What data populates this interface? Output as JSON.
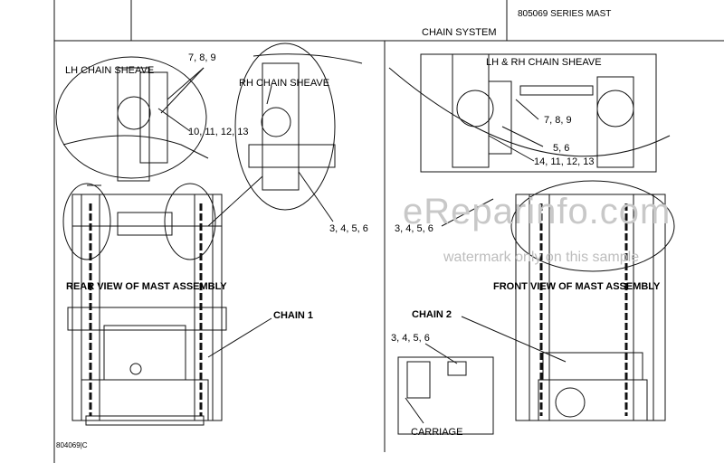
{
  "header": {
    "series": "805069 SERIES MAST",
    "title": "CHAIN SYSTEM"
  },
  "left": {
    "lh_chain_sheave": "LH CHAIN SHEAVE",
    "rh_chain_sheave": "RH CHAIN SHEAVE",
    "callout_789": "7, 8, 9",
    "callout_10_13": "10, 11, 12, 13",
    "callout_3456": "3, 4, 5, 6",
    "view_title": "REAR VIEW OF MAST ASSEMBLY",
    "chain": "CHAIN 1"
  },
  "right": {
    "lh_rh_chain_sheave": "LH & RH CHAIN SHEAVE",
    "callout_789": "7, 8, 9",
    "callout_56": "5, 6",
    "callout_14_13": "14, 11, 12, 13",
    "callout_3456_upper": "3, 4, 5, 6",
    "view_title": "FRONT VIEW OF MAST ASSEMBLY",
    "chain": "CHAIN 2",
    "callout_3456_lower": "3, 4, 5, 6",
    "carriage": "CARRIAGE"
  },
  "footer": {
    "figure_id": "804069|C"
  },
  "watermark": {
    "brand": "eReparinfo.com",
    "note": "watermark only on this sample"
  }
}
